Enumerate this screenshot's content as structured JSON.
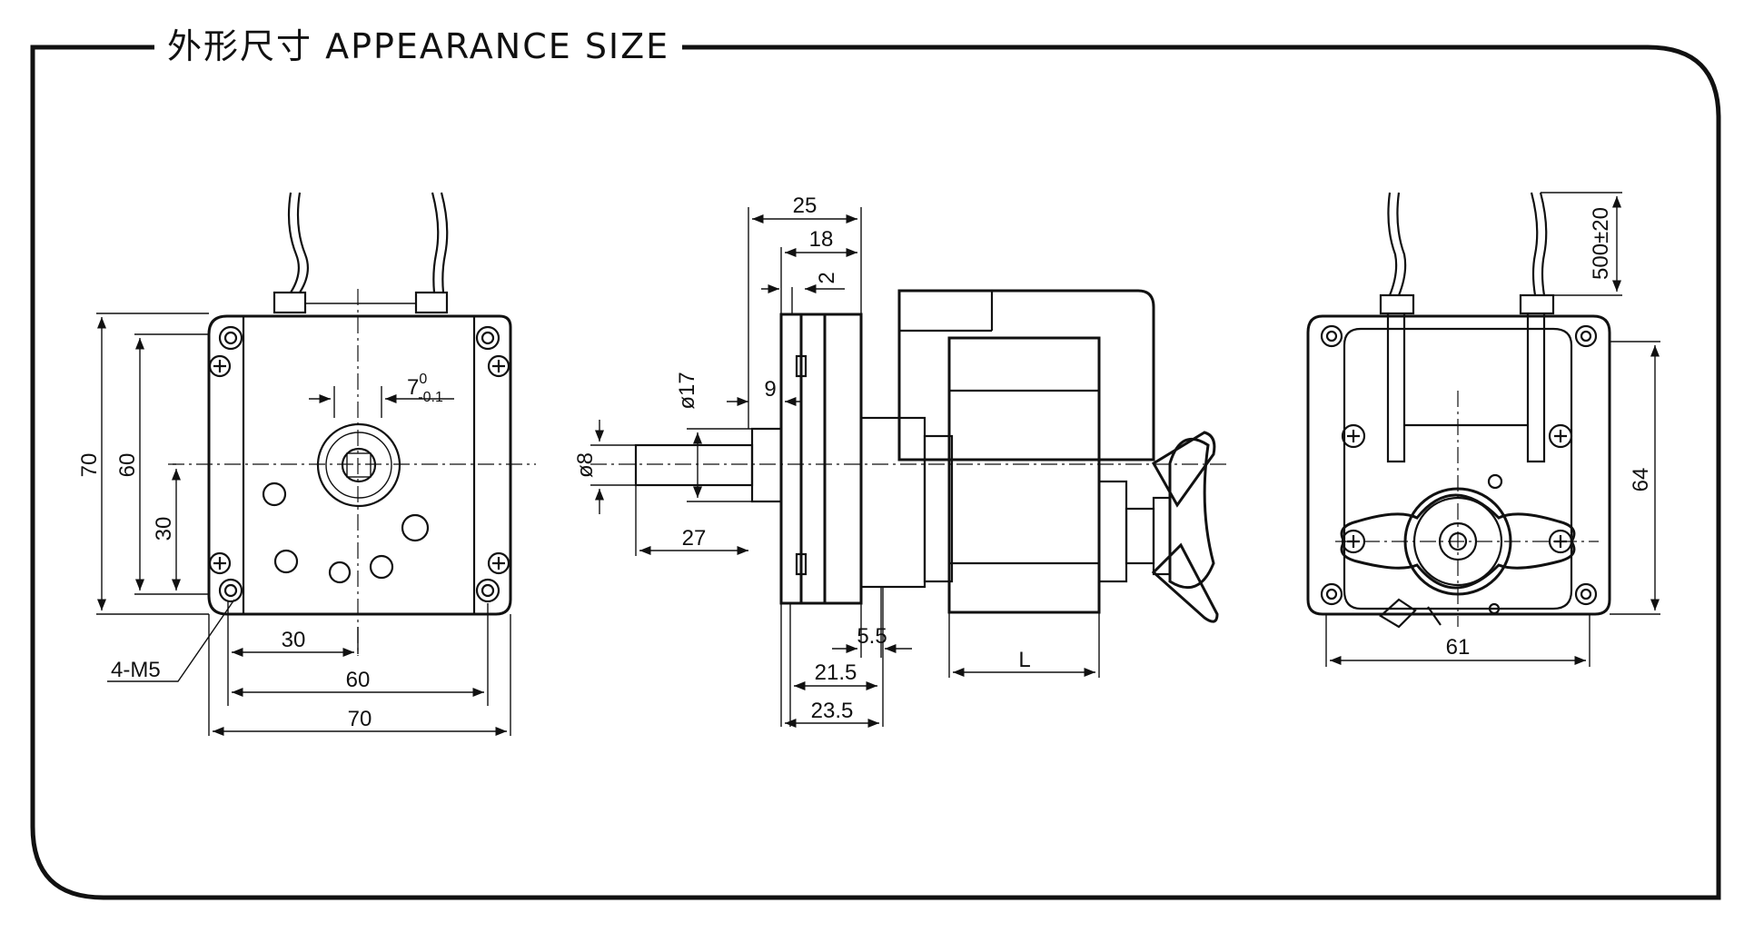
{
  "header": {
    "title": "外形尺寸 APPEARANCE SIZE"
  },
  "front_view": {
    "dims": {
      "height_overall": "70",
      "height_holes": "60",
      "height_center": "30",
      "width_center": "30",
      "width_holes": "60",
      "width_overall": "70",
      "key": "7",
      "key_tol_upper": "0",
      "key_tol_lower": "-0.1",
      "holes": "4-M5"
    }
  },
  "side_view": {
    "dims": {
      "d25": "25",
      "d18": "18",
      "d2": "2",
      "dia17": "ø17",
      "d9": "9",
      "dia8": "ø8",
      "d27": "27",
      "d5_5": "5.5",
      "d21_5": "21.5",
      "d23_5": "23.5",
      "L": "L"
    }
  },
  "back_view": {
    "dims": {
      "lead": "500±20",
      "height": "64",
      "width": "61"
    }
  }
}
